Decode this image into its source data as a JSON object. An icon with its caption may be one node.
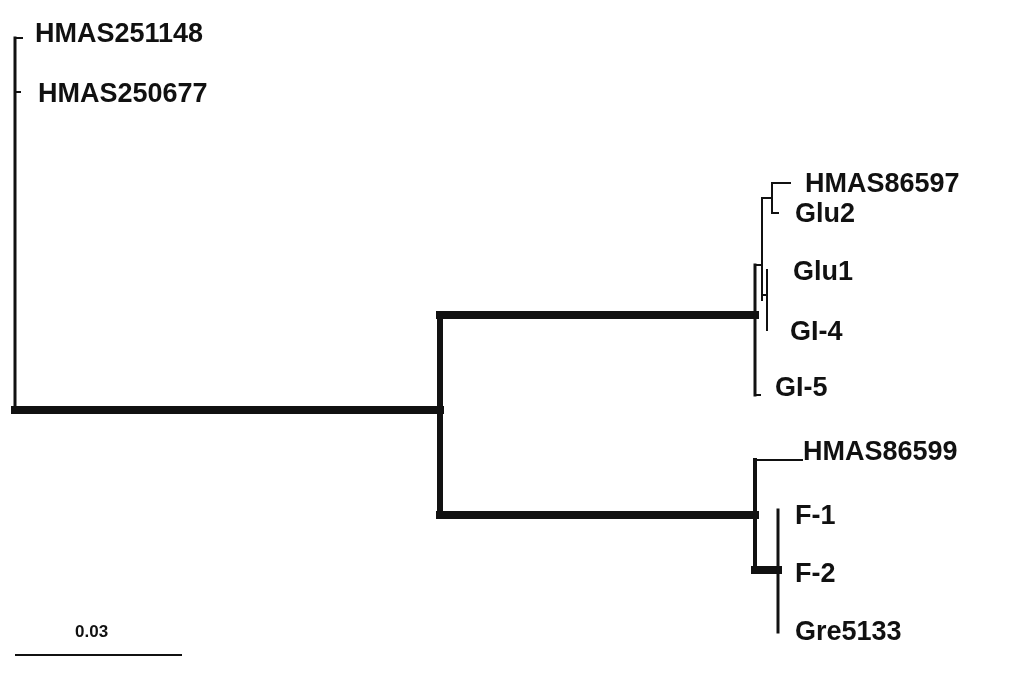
{
  "diagram": {
    "labels": [
      "HMAS251148",
      "HMAS250677",
      "HMAS86597",
      "Glu2",
      "Glu1",
      "GI-4",
      "GI-5",
      "HMAS86599",
      "F-1",
      "F-2",
      "Gre5133",
      "0.03"
    ]
  }
}
